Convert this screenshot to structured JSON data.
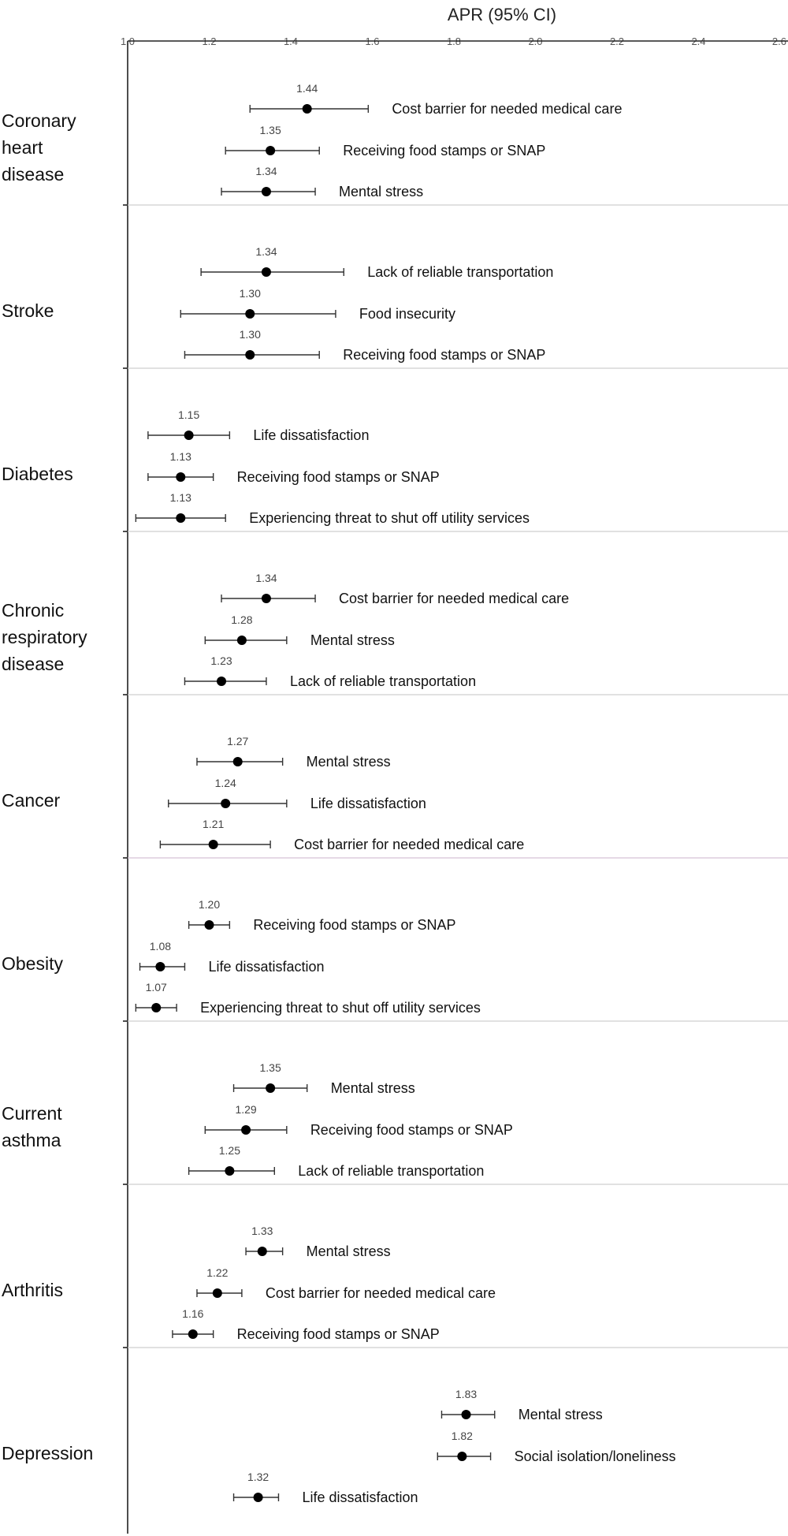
{
  "chart_data": {
    "type": "forest",
    "title": "APR (95% CI)",
    "xlim": [
      1.0,
      2.6
    ],
    "xticks": [
      "1.0",
      "1.2",
      "1.4",
      "1.6",
      "1.8",
      "2.0",
      "2.2",
      "2.4",
      "2.6"
    ],
    "groups": [
      {
        "label": [
          "Coronary",
          "heart",
          "disease"
        ],
        "rows": [
          {
            "label": "Cost barrier for needed medical care",
            "apr": 1.44,
            "apr_label": "1.44",
            "lo": 1.3,
            "hi": 1.59
          },
          {
            "label": "Receiving food stamps or SNAP",
            "apr": 1.35,
            "apr_label": "1.35",
            "lo": 1.24,
            "hi": 1.47
          },
          {
            "label": "Mental stress",
            "apr": 1.34,
            "apr_label": "1.34",
            "lo": 1.23,
            "hi": 1.46
          }
        ]
      },
      {
        "label": [
          "Stroke"
        ],
        "rows": [
          {
            "label": "Lack of reliable transportation",
            "apr": 1.34,
            "apr_label": "1.34",
            "lo": 1.18,
            "hi": 1.53
          },
          {
            "label": "Food insecurity",
            "apr": 1.3,
            "apr_label": "1.30",
            "lo": 1.13,
            "hi": 1.51
          },
          {
            "label": "Receiving food stamps or SNAP",
            "apr": 1.3,
            "apr_label": "1.30",
            "lo": 1.14,
            "hi": 1.47
          }
        ]
      },
      {
        "label": [
          "Diabetes"
        ],
        "rows": [
          {
            "label": "Life dissatisfaction",
            "apr": 1.15,
            "apr_label": "1.15",
            "lo": 1.05,
            "hi": 1.25
          },
          {
            "label": "Receiving food stamps or SNAP",
            "apr": 1.13,
            "apr_label": "1.13",
            "lo": 1.05,
            "hi": 1.21
          },
          {
            "label": "Experiencing threat to shut off utility services",
            "apr": 1.13,
            "apr_label": "1.13",
            "lo": 1.02,
            "hi": 1.24
          }
        ]
      },
      {
        "label": [
          "Chronic",
          "respiratory",
          "disease"
        ],
        "rows": [
          {
            "label": "Cost barrier for needed medical care",
            "apr": 1.34,
            "apr_label": "1.34",
            "lo": 1.23,
            "hi": 1.46
          },
          {
            "label": "Mental stress",
            "apr": 1.28,
            "apr_label": "1.28",
            "lo": 1.19,
            "hi": 1.39
          },
          {
            "label": "Lack of reliable transportation",
            "apr": 1.23,
            "apr_label": "1.23",
            "lo": 1.14,
            "hi": 1.34
          }
        ]
      },
      {
        "label": [
          "Cancer"
        ],
        "rows": [
          {
            "label": "Mental stress",
            "apr": 1.27,
            "apr_label": "1.27",
            "lo": 1.17,
            "hi": 1.38
          },
          {
            "label": "Life dissatisfaction",
            "apr": 1.24,
            "apr_label": "1.24",
            "lo": 1.1,
            "hi": 1.39
          },
          {
            "label": "Cost barrier for needed medical care",
            "apr": 1.21,
            "apr_label": "1.21",
            "lo": 1.08,
            "hi": 1.35
          }
        ]
      },
      {
        "label": [
          "Obesity"
        ],
        "rows": [
          {
            "label": "Receiving food stamps or SNAP",
            "apr": 1.2,
            "apr_label": "1.20",
            "lo": 1.15,
            "hi": 1.25
          },
          {
            "label": "Life dissatisfaction",
            "apr": 1.08,
            "apr_label": "1.08",
            "lo": 1.03,
            "hi": 1.14
          },
          {
            "label": "Experiencing threat to shut off utility services",
            "apr": 1.07,
            "apr_label": "1.07",
            "lo": 1.02,
            "hi": 1.12
          }
        ]
      },
      {
        "label": [
          "Current",
          "asthma"
        ],
        "rows": [
          {
            "label": "Mental stress",
            "apr": 1.35,
            "apr_label": "1.35",
            "lo": 1.26,
            "hi": 1.44
          },
          {
            "label": "Receiving food stamps or SNAP",
            "apr": 1.29,
            "apr_label": "1.29",
            "lo": 1.19,
            "hi": 1.39
          },
          {
            "label": "Lack of reliable transportation",
            "apr": 1.25,
            "apr_label": "1.25",
            "lo": 1.15,
            "hi": 1.36
          }
        ]
      },
      {
        "label": [
          "Arthritis"
        ],
        "rows": [
          {
            "label": "Mental stress",
            "apr": 1.33,
            "apr_label": "1.33",
            "lo": 1.29,
            "hi": 1.38
          },
          {
            "label": "Cost barrier for needed medical care",
            "apr": 1.22,
            "apr_label": "1.22",
            "lo": 1.17,
            "hi": 1.28
          },
          {
            "label": "Receiving food stamps or SNAP",
            "apr": 1.16,
            "apr_label": "1.16",
            "lo": 1.11,
            "hi": 1.21
          }
        ]
      },
      {
        "label": [
          "Depression"
        ],
        "rows": [
          {
            "label": "Mental stress",
            "apr": 1.83,
            "apr_label": "1.83",
            "lo": 1.77,
            "hi": 1.9
          },
          {
            "label": "Social isolation/loneliness",
            "apr": 1.82,
            "apr_label": "1.82",
            "lo": 1.76,
            "hi": 1.89
          },
          {
            "label": "Life dissatisfaction",
            "apr": 1.32,
            "apr_label": "1.32",
            "lo": 1.26,
            "hi": 1.37
          }
        ]
      }
    ]
  }
}
